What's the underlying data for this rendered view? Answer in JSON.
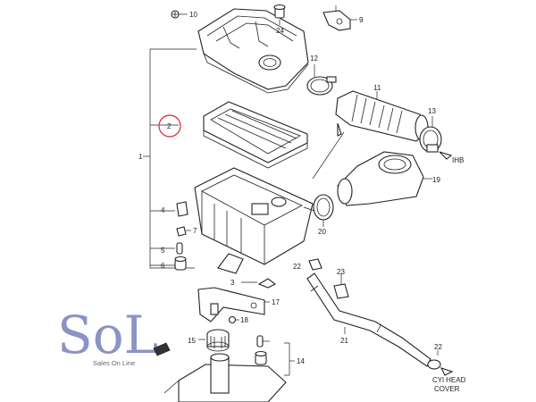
{
  "callouts": {
    "c10": "10",
    "c24": "24",
    "c9": "9",
    "c12": "12",
    "c11": "11",
    "c13": "13",
    "c2": "2",
    "c1": "1",
    "c4": "4",
    "c7": "7",
    "c5": "5",
    "c6": "6",
    "c20": "20",
    "c19": "19",
    "c22a": "22",
    "c23": "23",
    "c3": "3",
    "c17": "17",
    "c18": "18",
    "c15": "15",
    "c21": "21",
    "c14": "14",
    "c22b": "22"
  },
  "labels": {
    "ihb": "IHB",
    "cyl_head_line1": "CYl HEAD",
    "cyl_head_line2": "COVER"
  },
  "logo": {
    "text": "SoL",
    "subtitle": "Sales On Line"
  },
  "colors": {
    "line": "#222222",
    "highlight_circle": "#d9262b",
    "logo": "#8a93c4"
  }
}
